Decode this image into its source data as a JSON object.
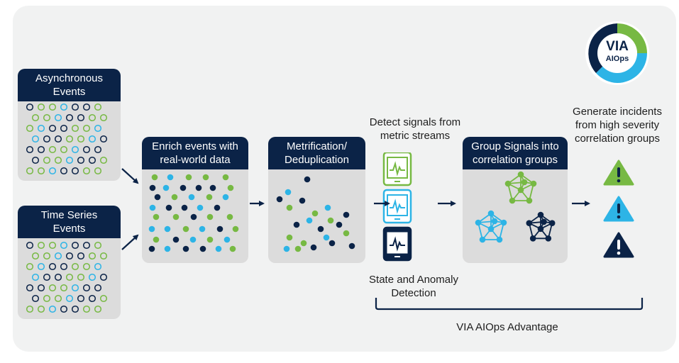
{
  "colors": {
    "navy": "#0b2347",
    "blue": "#2db4e6",
    "green": "#77b943",
    "box": "#dcdcdc",
    "panel": "#f1f2f2"
  },
  "logo": {
    "line1": "VIA",
    "line2": "AIOps"
  },
  "stages": {
    "async": {
      "line1": "Asynchronous",
      "line2": "Events"
    },
    "timeseries": {
      "line1": "Time Series",
      "line2": "Events"
    },
    "enrich": {
      "line1": "Enrich events with",
      "line2": "real-world data"
    },
    "metrification": {
      "line1": "Metrification/",
      "line2": "Deduplication"
    },
    "detect": {
      "line1": "Detect signals from",
      "line2": "metric streams"
    },
    "group": {
      "line1": "Group Signals into",
      "line2": "correlation groups"
    },
    "incidents": {
      "line1": "Generate incidents",
      "line2": "from high severity",
      "line3": "correlation groups"
    },
    "state": {
      "line1": "State and Anomaly",
      "line2": "Detection"
    }
  },
  "advantage_label": "VIA AIOps Advantage",
  "icons": {
    "monitors": [
      "tablet-monitor-icon",
      "tablet-monitor-icon",
      "tablet-monitor-icon"
    ],
    "networks": [
      "network-graph-icon",
      "network-graph-icon",
      "network-graph-icon"
    ],
    "alerts": [
      "warning-icon",
      "warning-icon",
      "warning-icon"
    ]
  }
}
